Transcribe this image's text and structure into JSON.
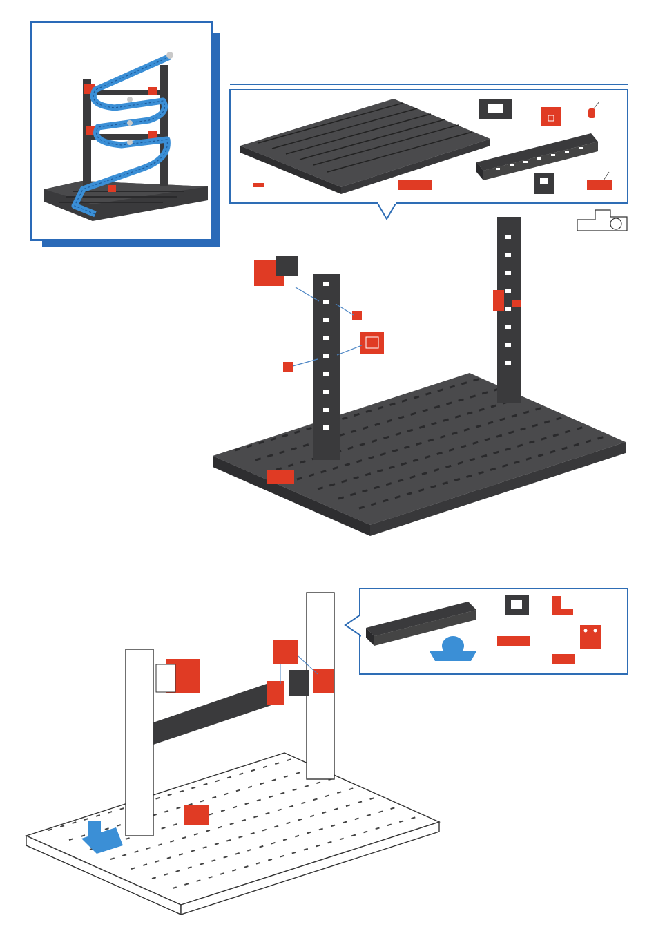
{
  "colors": {
    "frame_blue": "#2a6ab8",
    "callout_blue": "#2e6db5",
    "part_dark": "#3a3a3c",
    "part_dark_top": "#4a4a4c",
    "part_red": "#e03b24",
    "part_blue": "#3b8fd6",
    "outline_white": "#ffffff",
    "line_blue": "#4a84c4"
  },
  "icons": {
    "preview_model": "marble-run-preview-icon",
    "camera_hint": "camera-view-icon"
  },
  "steps": [
    {
      "name": "step-1",
      "parts_callout": [
        "base-plate",
        "building-block-30-dark",
        "building-block-15-red",
        "peg-screw",
        "channel-rail-dark",
        "angle-block-dark",
        "spring-pin-red",
        "flat-plate-red",
        "flat-plate-red-small"
      ]
    },
    {
      "name": "step-2",
      "parts_callout": [
        "channel-rail-dark",
        "angle-block-dark",
        "angle-bracket-red",
        "ball-holder-blue",
        "flat-plate-red",
        "double-block-red",
        "flat-plate-red-small"
      ]
    }
  ]
}
